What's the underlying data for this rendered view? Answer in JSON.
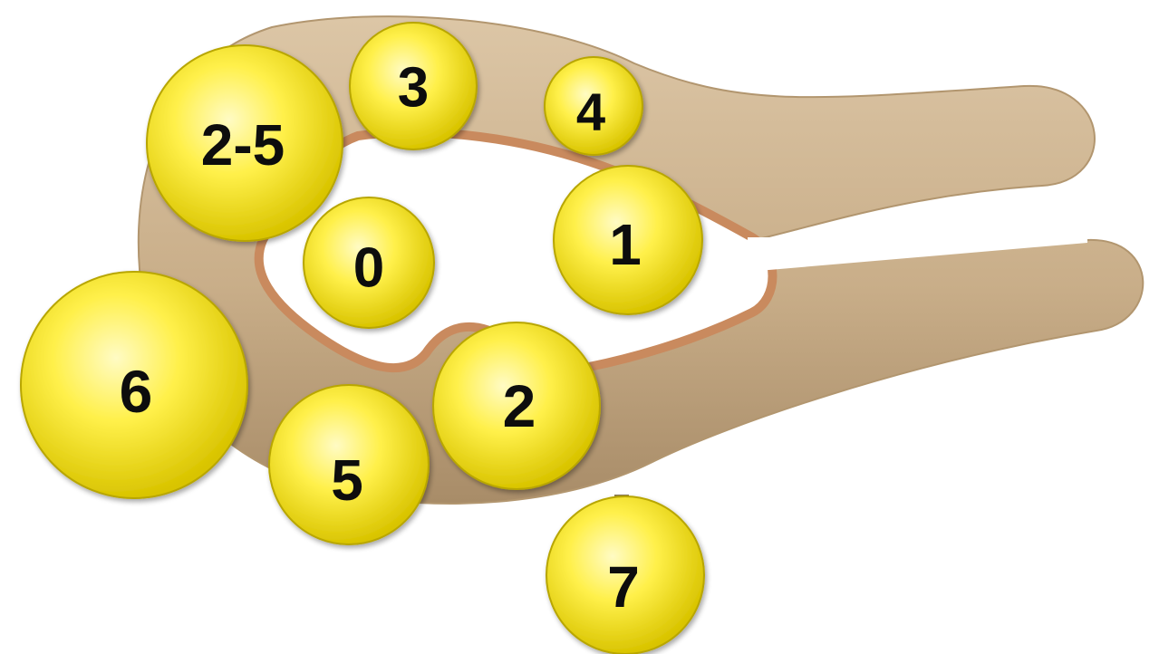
{
  "colors": {
    "tube_fill": "#c9ae89",
    "tube_shadow": "#a88c68",
    "tube_highlight": "#dcc6a6",
    "lining": "#c98a5e",
    "lining_dark": "#a96a45",
    "ball_center": "#fffbc4",
    "ball_mid": "#fff04a",
    "ball_edge": "#d9c400",
    "ball_outline": "#b8a600",
    "label": "#111111"
  },
  "nodes": [
    {
      "id": "node-2-5",
      "label": "2-5"
    },
    {
      "id": "node-3",
      "label": "3"
    },
    {
      "id": "node-4",
      "label": "4"
    },
    {
      "id": "node-0",
      "label": "0"
    },
    {
      "id": "node-1",
      "label": "1"
    },
    {
      "id": "node-6",
      "label": "6"
    },
    {
      "id": "node-2",
      "label": "2"
    },
    {
      "id": "node-5",
      "label": "5"
    },
    {
      "id": "node-7",
      "label": "7"
    }
  ]
}
